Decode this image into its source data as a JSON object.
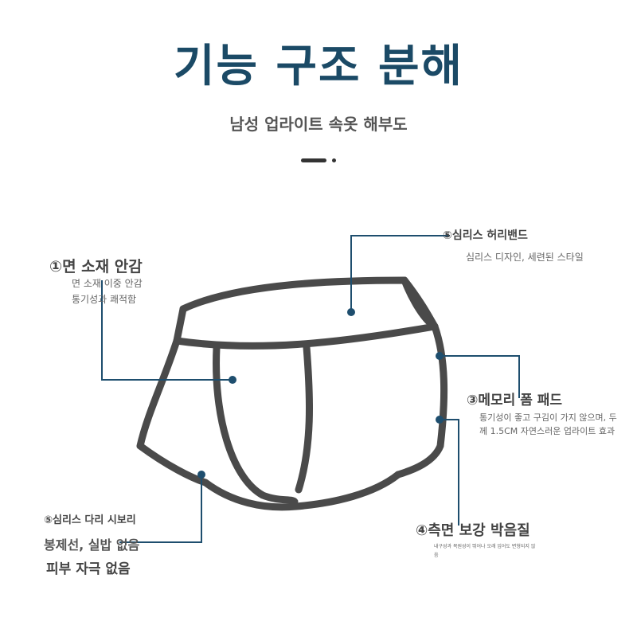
{
  "header": {
    "title": "기능 구조 분해",
    "subtitle": "남성 업라이트 속옷 해부도"
  },
  "callouts": {
    "waistband": {
      "title": "⑤심리스 허리밴드",
      "desc": "심리스 디자인, 세련된 스타일"
    },
    "lining": {
      "title": "①면 소재 안감",
      "desc1": "면 소재 이중 안감",
      "desc2": "통기성과 쾌적함"
    },
    "pad": {
      "title": "③메모리 폼 패드",
      "desc1": "통기성이 좋고 구김이 가지 않으며, 두",
      "desc2": "께 1.5CM 자연스러운 업라이트 효과"
    },
    "stitch": {
      "title": "④측면 보강 박음질",
      "desc1": "내구성과 복원성이 뛰어나 오래 입어도 변형되지 않",
      "desc2": "음"
    },
    "leg": {
      "title": "⑤심리스 다리 시보리",
      "desc1": "봉제선, 실밥 없음",
      "desc2": "피부 자극 없음"
    }
  },
  "colors": {
    "title": "#1b4a66",
    "leader": "#1e4e6e",
    "outline": "#4a4a4a"
  }
}
